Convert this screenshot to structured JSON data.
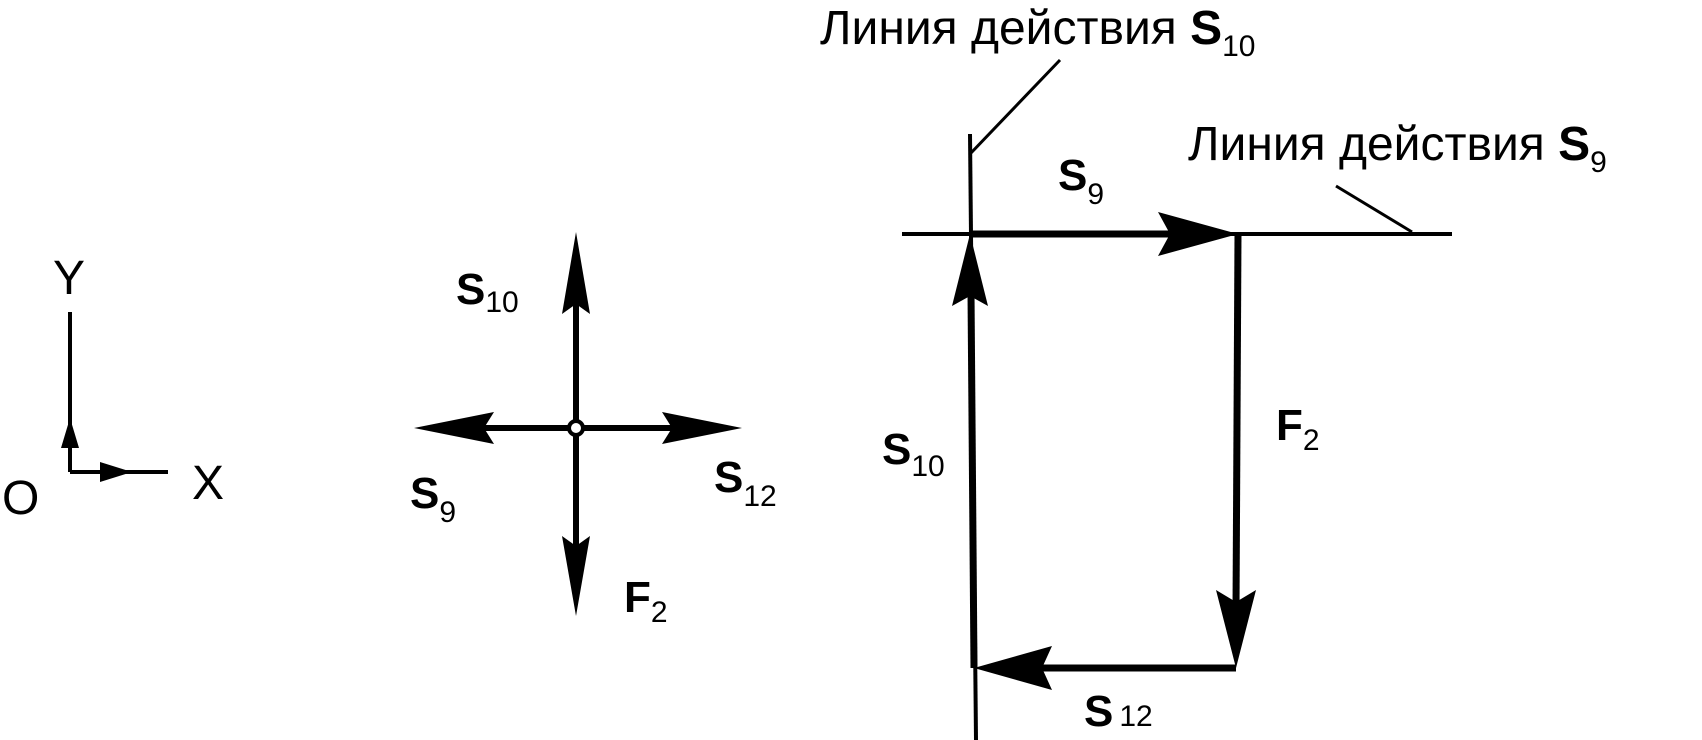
{
  "axes": {
    "origin_label": "O",
    "x_label": "X",
    "y_label": "Y"
  },
  "node_forces": {
    "s10": {
      "letter": "S",
      "index": "10"
    },
    "s9": {
      "letter": "S",
      "index": "9"
    },
    "s12": {
      "letter": "S",
      "index": "12"
    },
    "f2": {
      "letter": "F",
      "index": "2"
    }
  },
  "polygon": {
    "line_s10": {
      "text": "Линия действия ",
      "letter": "S",
      "index": "10"
    },
    "line_s9": {
      "text": "Линия действия ",
      "letter": "S",
      "index": "9"
    },
    "s9": {
      "letter": "S",
      "index": "9"
    },
    "s10": {
      "letter": "S",
      "index": "10"
    },
    "f2": {
      "letter": "F",
      "index": "2"
    },
    "s12": {
      "letter": "S",
      "index": "12"
    }
  },
  "colors": {
    "ink": "#000000",
    "background": "#ffffff"
  }
}
